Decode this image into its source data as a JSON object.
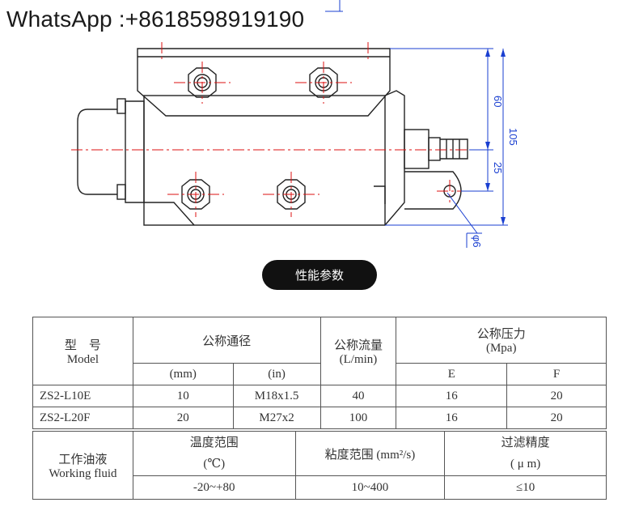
{
  "header": {
    "contact": "WhatsApp :+8618598919190"
  },
  "drawing": {
    "dim_60": "60",
    "dim_105": "105",
    "dim_25": "25",
    "dim_phi6": "φ6"
  },
  "section_label": "性能参数",
  "spec_table": {
    "model_cn": "型　号",
    "model_en": "Model",
    "bore_cn": "公称通径",
    "flow_cn": "公称流量",
    "flow_unit": "(L/min)",
    "pressure_cn": "公称压力",
    "pressure_unit": "(Mpa)",
    "unit_mm": "(mm)",
    "unit_in": "(in)",
    "col_e": "E",
    "col_f": "F",
    "rows": [
      {
        "model": "ZS2-L10E",
        "mm": "10",
        "in": "M18x1.5",
        "flow": "40",
        "e": "16",
        "f": "20"
      },
      {
        "model": "ZS2-L20F",
        "mm": "20",
        "in": "M27x2",
        "flow": "100",
        "e": "16",
        "f": "20"
      }
    ]
  },
  "fluid_table": {
    "fluid_cn": "工作油液",
    "fluid_en": "Working fluid",
    "temp_cn": "温度范围",
    "temp_unit": "(℃)",
    "temp_value": "-20~+80",
    "visc_label": "粘度范围  (mm²/s)",
    "visc_value": "10~400",
    "filter_cn": "过滤精度",
    "filter_unit": "( μ m)",
    "filter_value": "≤10"
  }
}
